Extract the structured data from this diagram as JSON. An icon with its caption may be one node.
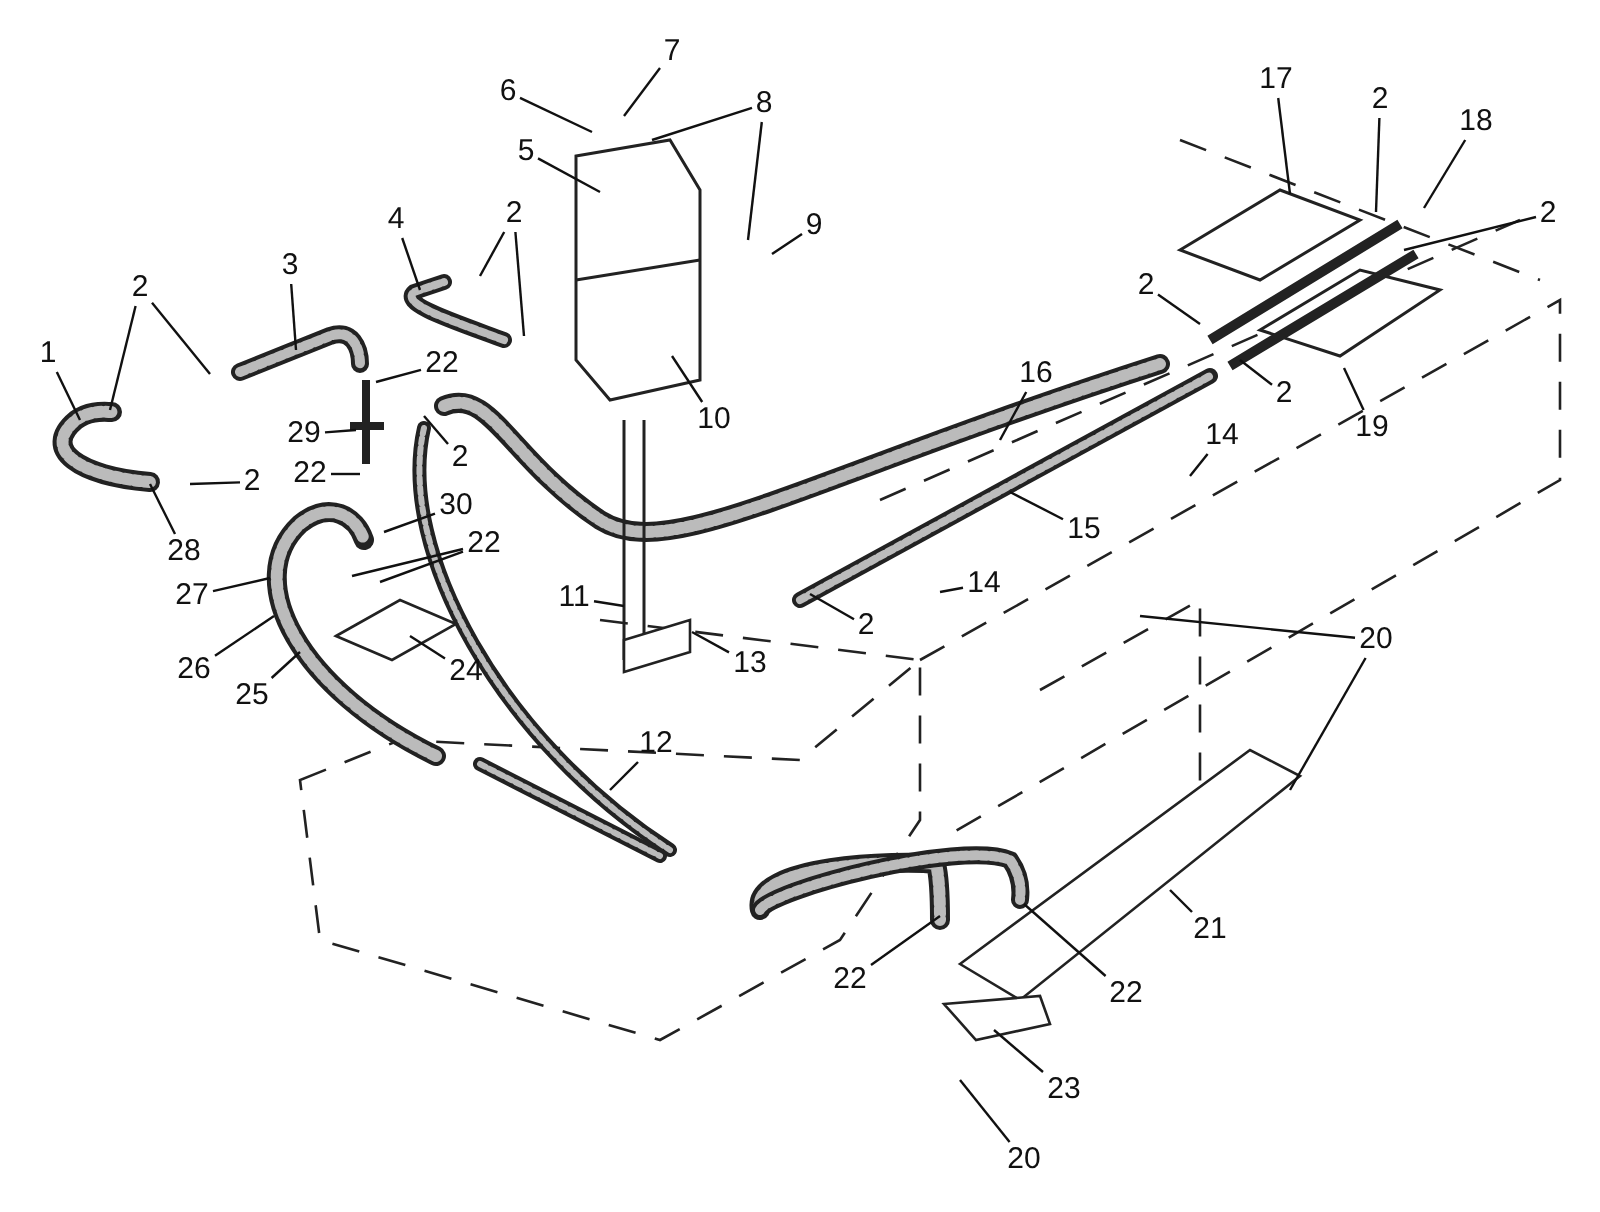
{
  "diagram": {
    "nodes": [
      {
        "text": [
          "1"
        ]
      },
      {
        "text": [
          "2"
        ]
      },
      {
        "text": [
          "3"
        ]
      },
      {
        "text": [
          "2"
        ]
      },
      {
        "text": [
          "28"
        ]
      },
      {
        "text": [
          "4"
        ]
      },
      {
        "text": [
          "2"
        ]
      },
      {
        "text": [
          "6"
        ]
      },
      {
        "text": [
          "7"
        ]
      },
      {
        "text": [
          "5"
        ]
      },
      {
        "text": [
          "8"
        ]
      },
      {
        "text": [
          "9"
        ]
      },
      {
        "text": [
          "22"
        ]
      },
      {
        "text": [
          "29"
        ]
      },
      {
        "text": [
          "2"
        ]
      },
      {
        "text": [
          "22"
        ]
      },
      {
        "text": [
          "10"
        ]
      },
      {
        "text": [
          "30"
        ]
      },
      {
        "text": [
          "22"
        ]
      },
      {
        "text": [
          "27"
        ]
      },
      {
        "text": [
          "26"
        ]
      },
      {
        "text": [
          "25"
        ]
      },
      {
        "text": [
          "24"
        ]
      },
      {
        "text": [
          "11"
        ]
      },
      {
        "text": [
          "13"
        ]
      },
      {
        "text": [
          "12"
        ]
      },
      {
        "text": [
          "16"
        ]
      },
      {
        "text": [
          "15"
        ]
      },
      {
        "text": [
          "14"
        ]
      },
      {
        "text": [
          "14"
        ]
      },
      {
        "text": [
          "2"
        ]
      },
      {
        "text": [
          "2"
        ]
      },
      {
        "text": [
          "2"
        ]
      },
      {
        "text": [
          "17"
        ]
      },
      {
        "text": [
          "2"
        ]
      },
      {
        "text": [
          "18"
        ]
      },
      {
        "text": [
          "2"
        ]
      },
      {
        "text": [
          "19"
        ]
      },
      {
        "text": [
          "20"
        ]
      },
      {
        "text": [
          "21"
        ]
      },
      {
        "text": [
          "22"
        ]
      },
      {
        "text": [
          "22"
        ]
      },
      {
        "text": [
          "23"
        ]
      },
      {
        "text": [
          "20"
        ]
      }
    ],
    "edges": [
      {
        "from": 0,
        "to": null,
        "arrow": "none"
      },
      {
        "from": 1,
        "to": null,
        "arrow": "none"
      },
      {
        "from": 1,
        "to": null,
        "arrow": "none"
      },
      {
        "from": 2,
        "to": null,
        "arrow": "none"
      },
      {
        "from": 3,
        "to": null,
        "arrow": "none"
      },
      {
        "from": 4,
        "to": null,
        "arrow": "none"
      },
      {
        "from": 5,
        "to": null,
        "arrow": "none"
      },
      {
        "from": 6,
        "to": null,
        "arrow": "none"
      },
      {
        "from": 6,
        "to": null,
        "arrow": "none"
      },
      {
        "from": 7,
        "to": null,
        "arrow": "none"
      },
      {
        "from": 8,
        "to": null,
        "arrow": "none"
      },
      {
        "from": 9,
        "to": null,
        "arrow": "none"
      },
      {
        "from": 10,
        "to": null,
        "arrow": "none"
      },
      {
        "from": 10,
        "to": null,
        "arrow": "none"
      },
      {
        "from": 11,
        "to": null,
        "arrow": "none"
      },
      {
        "from": 12,
        "to": null,
        "arrow": "none"
      },
      {
        "from": 13,
        "to": null,
        "arrow": "none"
      },
      {
        "from": 14,
        "to": null,
        "arrow": "none"
      },
      {
        "from": 15,
        "to": null,
        "arrow": "none"
      },
      {
        "from": 16,
        "to": null,
        "arrow": "none"
      },
      {
        "from": 17,
        "to": null,
        "arrow": "none"
      },
      {
        "from": 18,
        "to": null,
        "arrow": "none"
      },
      {
        "from": 18,
        "to": null,
        "arrow": "none"
      },
      {
        "from": 19,
        "to": null,
        "arrow": "none"
      },
      {
        "from": 20,
        "to": null,
        "arrow": "none"
      },
      {
        "from": 21,
        "to": null,
        "arrow": "none"
      },
      {
        "from": 22,
        "to": null,
        "arrow": "none"
      },
      {
        "from": 23,
        "to": null,
        "arrow": "none"
      },
      {
        "from": 24,
        "to": null,
        "arrow": "none"
      },
      {
        "from": 25,
        "to": null,
        "arrow": "none"
      },
      {
        "from": 26,
        "to": null,
        "arrow": "none"
      },
      {
        "from": 27,
        "to": null,
        "arrow": "none"
      },
      {
        "from": 28,
        "to": null,
        "arrow": "none"
      },
      {
        "from": 29,
        "to": null,
        "arrow": "none"
      },
      {
        "from": 30,
        "to": null,
        "arrow": "none"
      },
      {
        "from": 31,
        "to": null,
        "arrow": "none"
      },
      {
        "from": 32,
        "to": null,
        "arrow": "none"
      },
      {
        "from": 33,
        "to": null,
        "arrow": "none"
      },
      {
        "from": 34,
        "to": null,
        "arrow": "none"
      },
      {
        "from": 35,
        "to": null,
        "arrow": "none"
      },
      {
        "from": 36,
        "to": null,
        "arrow": "none"
      },
      {
        "from": 37,
        "to": null,
        "arrow": "none"
      },
      {
        "from": 38,
        "to": null,
        "arrow": "none"
      },
      {
        "from": 38,
        "to": null,
        "arrow": "none"
      },
      {
        "from": 39,
        "to": null,
        "arrow": "none"
      },
      {
        "from": 40,
        "to": null,
        "arrow": "none"
      },
      {
        "from": 41,
        "to": null,
        "arrow": "none"
      },
      {
        "from": 42,
        "to": null,
        "arrow": "none"
      },
      {
        "from": 43,
        "to": null,
        "arrow": "none"
      }
    ]
  }
}
